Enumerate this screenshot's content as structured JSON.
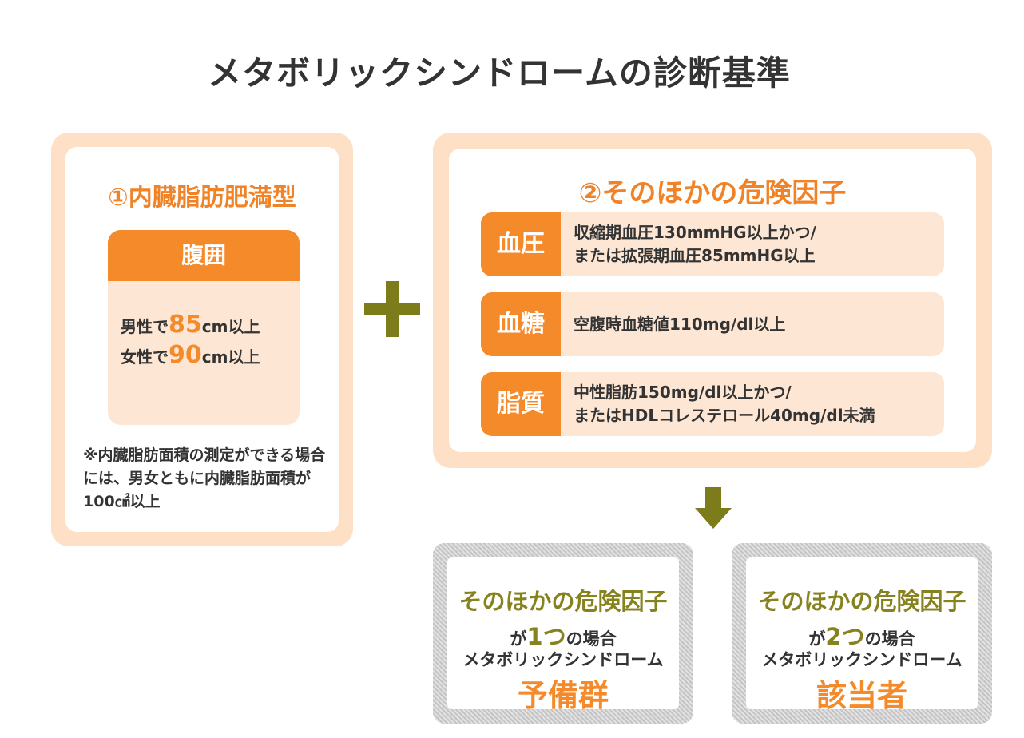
{
  "title": "メタボリックシンドロームの診断基準",
  "box1": {
    "title": "①内臓脂肪肥満型",
    "waist": {
      "header": "腹囲",
      "male_prefix": "男性で",
      "male_value": "85",
      "male_suffix": "cm以上",
      "female_prefix": "女性で",
      "female_value": "90",
      "female_suffix": "cm以上"
    },
    "note": "※内臓脂肪面積の測定ができる場合には、男女ともに内臓脂肪面積が100㎠以上"
  },
  "plus_symbol": "+",
  "box2": {
    "title": "②そのほかの危険因子",
    "factors": [
      {
        "label": "血圧",
        "line1": "収縮期血圧130mmHG以上かつ/",
        "line2": "または拡張期血圧85mmHG以上"
      },
      {
        "label": "血糖",
        "line1": "空腹時血糖値110mg/dl以上",
        "line2": ""
      },
      {
        "label": "脂質",
        "line1": "中性脂肪150mg/dl以上かつ/",
        "line2": "またはHDLコレステロール40mg/dl未満"
      }
    ]
  },
  "results": [
    {
      "line1": "そのほかの危険因子",
      "ga": "が",
      "count": "1つ",
      "suffix": "の場合",
      "line3": "メタボリックシンドローム",
      "line4": "予備群"
    },
    {
      "line1": "そのほかの危険因子",
      "ga": "が",
      "count": "2つ",
      "suffix": "の場合",
      "line3": "メタボリックシンドローム",
      "line4": "該当者"
    }
  ],
  "colors": {
    "accent_orange": "#f58a2a",
    "light_orange": "#fde0c6",
    "olive": "#7d7c1a"
  }
}
